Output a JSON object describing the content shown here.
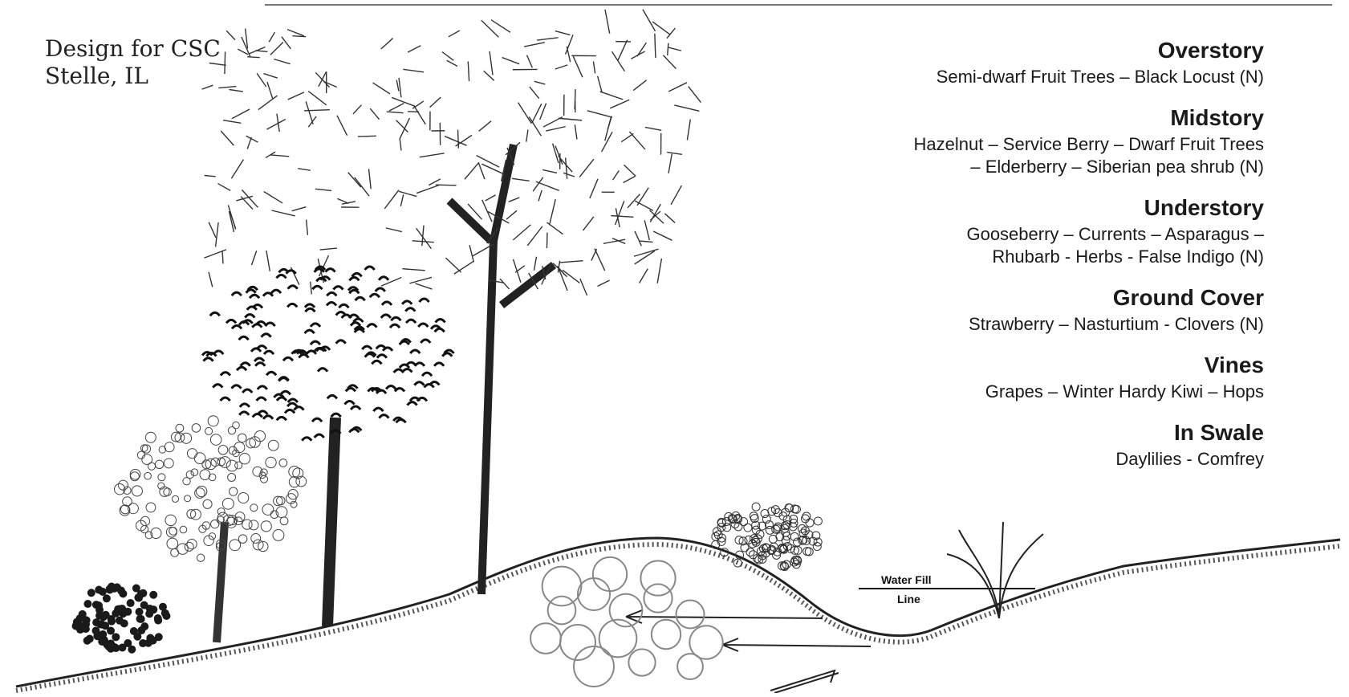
{
  "title": {
    "line1": "Design for CSC",
    "line2": "Stelle, IL"
  },
  "layers": [
    {
      "heading": "Overstory",
      "plants": "Semi-dwarf Fruit Trees – Black Locust (N)"
    },
    {
      "heading": "Midstory",
      "plants": "Hazelnut – Service Berry – Dwarf Fruit Trees\n– Elderberry – Siberian pea shrub (N)"
    },
    {
      "heading": "Understory",
      "plants": "Gooseberry – Currents – Asparagus –\nRhubarb   - Herbs - False Indigo (N)"
    },
    {
      "heading": "Ground Cover",
      "plants": "Strawberry – Nasturtium - Clovers (N)"
    },
    {
      "heading": "Vines",
      "plants": "Grapes – Winter Hardy Kiwi – Hops"
    },
    {
      "heading": "In Swale",
      "plants": "Daylilies - Comfrey"
    }
  ],
  "labels": {
    "water_fill_1": "Water Fill",
    "water_fill_2": "Line"
  },
  "colors": {
    "ink": "#1a1a1a",
    "sketch": "#333333",
    "rock": "#888888"
  }
}
